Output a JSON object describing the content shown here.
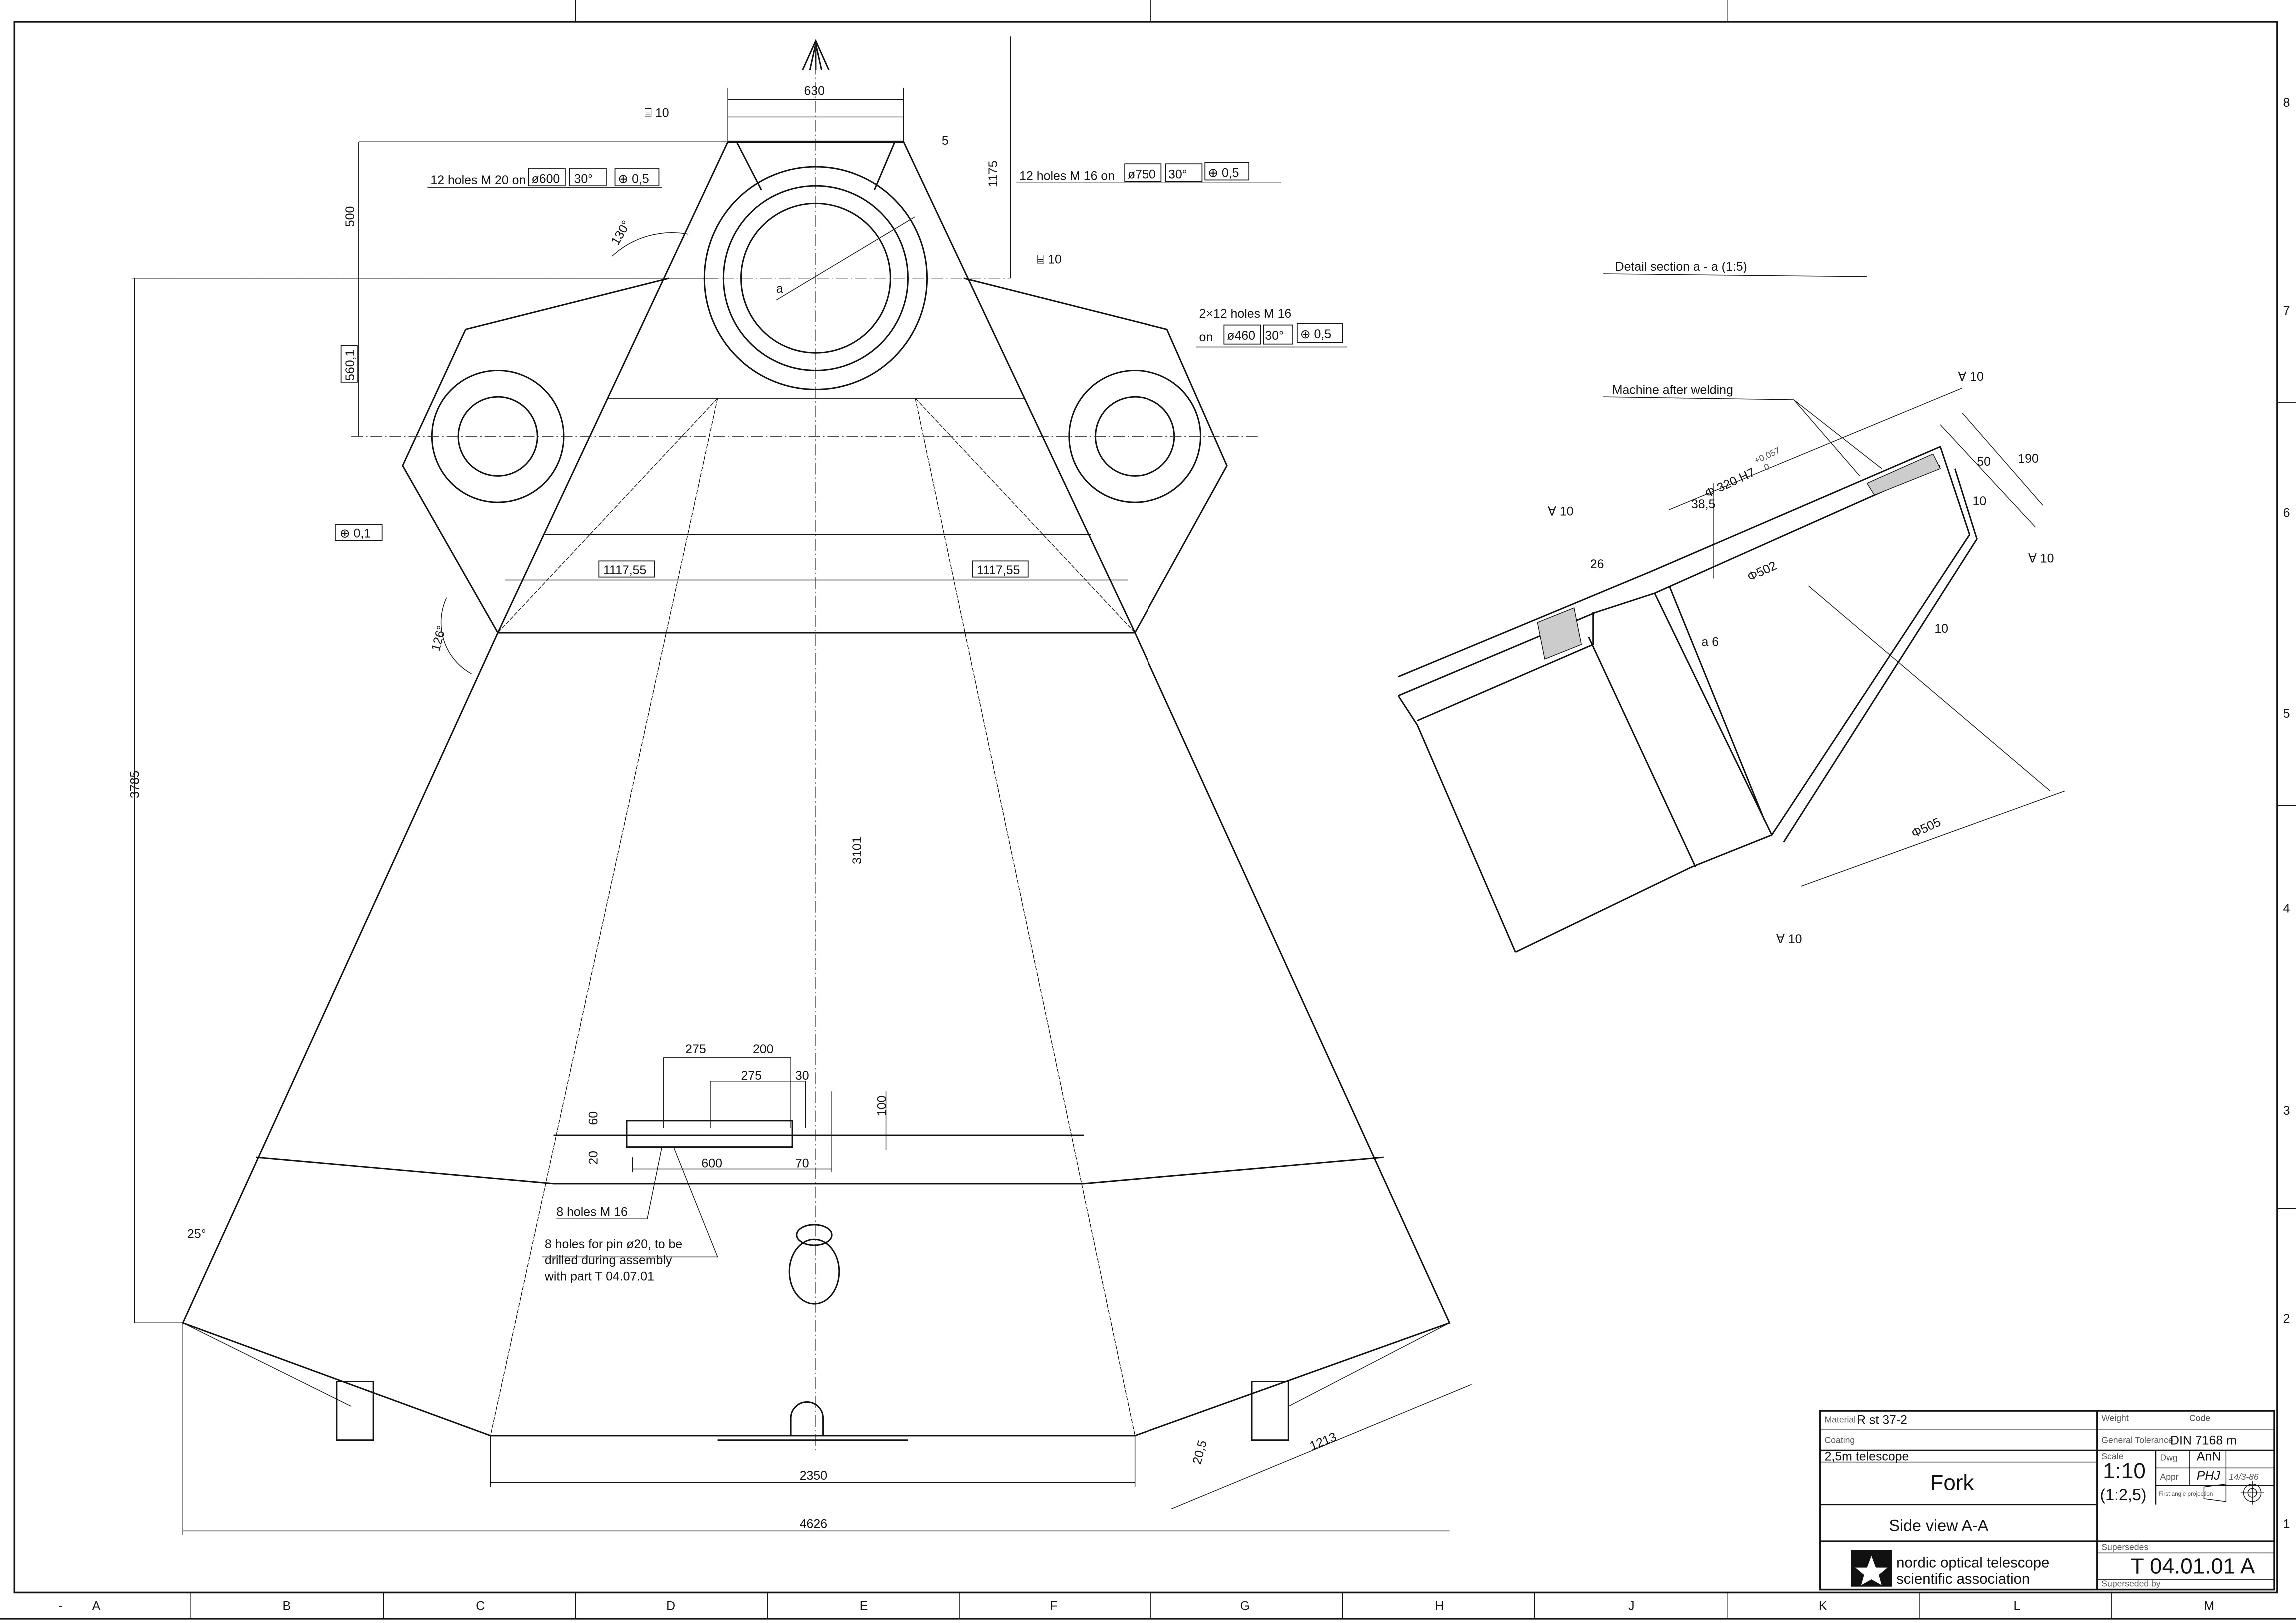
{
  "ruler": {
    "columns": [
      "-",
      "A",
      "B",
      "C",
      "D",
      "E",
      "F",
      "G",
      "H",
      "J",
      "K",
      "L",
      "M"
    ],
    "rows": [
      "1",
      "2",
      "3",
      "4",
      "5",
      "6",
      "7",
      "8"
    ]
  },
  "main_view": {
    "dim_630": "630",
    "weld_top": "⌸ 10",
    "weld_right": "⌸ 10",
    "chamfer_5": "5",
    "dim_500": "500",
    "dim_560": "560,1",
    "dim_1175": "1175",
    "dim_3785": "3785",
    "dim_3101": "3101",
    "angle_130": "130°",
    "angle_126": "126°",
    "angle_25": "25°",
    "dim_1117_left": "1117,55",
    "dim_1117_right": "1117,55",
    "position_tol": "⊕ 0,1",
    "holes_m20": {
      "text": "12 holes M 20 on",
      "dia": "ø600",
      "angle": "30°",
      "tol": "⊕ 0,5"
    },
    "holes_m16": {
      "text": "12 holes M 16 on",
      "dia": "ø750",
      "angle": "30°",
      "tol": "⊕ 0,5"
    },
    "holes_2x12": {
      "line1": "2×12 holes M 16",
      "on": "on",
      "dia": "ø460",
      "angle": "30°",
      "tol": "⊕ 0,5"
    },
    "section_mark": "a",
    "plate_dims": {
      "d275a": "275",
      "d200": "200",
      "d275b": "275",
      "d30": "30",
      "d60": "60",
      "d20": "20",
      "d600": "600",
      "d70": "70",
      "d100": "100"
    },
    "note_m16": "8 holes M 16",
    "note_pin": [
      "8 holes for pin ø20, to be",
      "drilled during assembly",
      "with part T 04.07.01"
    ],
    "dim_2350": "2350",
    "dim_4626": "4626",
    "dim_1213": "1213",
    "dim_20_5": "20,5"
  },
  "detail_view": {
    "title": "Detail section  a - a  (1:5)",
    "machine_note": "Machine after welding",
    "weld_a": "∀ 10",
    "weld_b": "∀ 10",
    "weld_c": "∀ 10",
    "weld_d": "∀ 10",
    "fit": "Φ 320 H7",
    "fit_upper": "+0,057",
    "fit_lower": "0",
    "d38": "38,5",
    "d50": "50",
    "d190": "190",
    "d10a": "10",
    "d10b": "10",
    "d26": "26",
    "d502": "Φ502",
    "d505": "Φ505",
    "weld_a6": "a 6"
  },
  "title_block": {
    "material_label": "Material",
    "material": "R st 37-2",
    "coating_label": "Coating",
    "weight_label": "Weight",
    "code_label": "Code",
    "tolerance_label": "General Tolerance",
    "tolerance": "DIN 7168 m",
    "project": "2,5m telescope",
    "part_name": "Fork",
    "scale_label": "Scale",
    "scale": "1:10",
    "scale_alt": "(1:2,5)",
    "dwg_label": "Dwg",
    "dwg": "AnN",
    "appr_label": "Appr",
    "appr": "PHJ",
    "date": "14/3-86",
    "projection_label": "First angle projection",
    "view": "Side view A-A",
    "superseded_label": "Supersedes",
    "drawing_number": "T 04.01.01 A",
    "superseded_by_label": "Superseded by",
    "org_line1": "nordic optical telescope",
    "org_line2": "scientific association"
  }
}
